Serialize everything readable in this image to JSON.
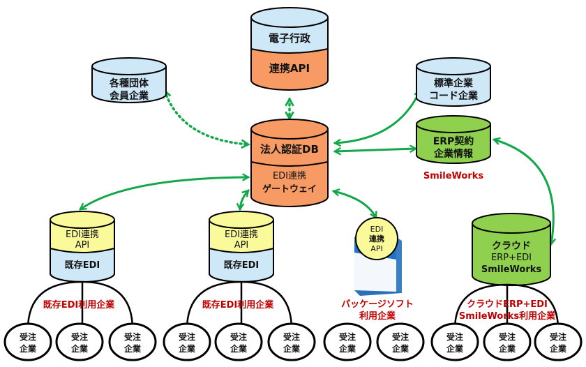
{
  "colors": {
    "light_blue": "#cfe8f8",
    "orange": "#f79a64",
    "green": "#8fd14f",
    "yellow": "#fafa9a",
    "arrow_green": "#12a84a",
    "label_red": "#c00000"
  },
  "nodes": {
    "egov": {
      "top": "電子行政",
      "bottom": "連携API"
    },
    "assoc": {
      "line1": "各種団体",
      "line2": "会員企業"
    },
    "std_code": {
      "line1": "標準企業",
      "line2": "コード企業"
    },
    "corp_db": {
      "top": "法人認証DB",
      "bottom_line1": "EDI連携",
      "bottom_line2": "ゲートウェイ"
    },
    "erp_contract": {
      "line1": "ERP契約",
      "line2": "企業情報",
      "caption": "SmileWorks"
    },
    "edi_api_1": {
      "top_line1": "EDI連携",
      "top_line2": "API",
      "bottom": "既存EDI"
    },
    "edi_api_2": {
      "top_line1": "EDI連携",
      "top_line2": "API",
      "bottom": "既存EDI"
    },
    "package": {
      "line1": "EDI",
      "line2": "連携",
      "line3": "API"
    },
    "cloud": {
      "line1": "クラウド",
      "line2": "ERP+EDI",
      "line3": "SmileWorks"
    }
  },
  "groups": [
    {
      "label_line1": "既存EDI利用企業",
      "label_line2": ""
    },
    {
      "label_line1": "既存EDI利用企業",
      "label_line2": ""
    },
    {
      "label_line1": "パッケージソフト",
      "label_line2": "利用企業"
    },
    {
      "label_line1": "クラウドERP+EDI",
      "label_line2": "SmileWorks利用企業"
    }
  ],
  "order_company": {
    "line1": "受注",
    "line2": "企業"
  },
  "order_companies_count": [
    3,
    3,
    2,
    3
  ]
}
